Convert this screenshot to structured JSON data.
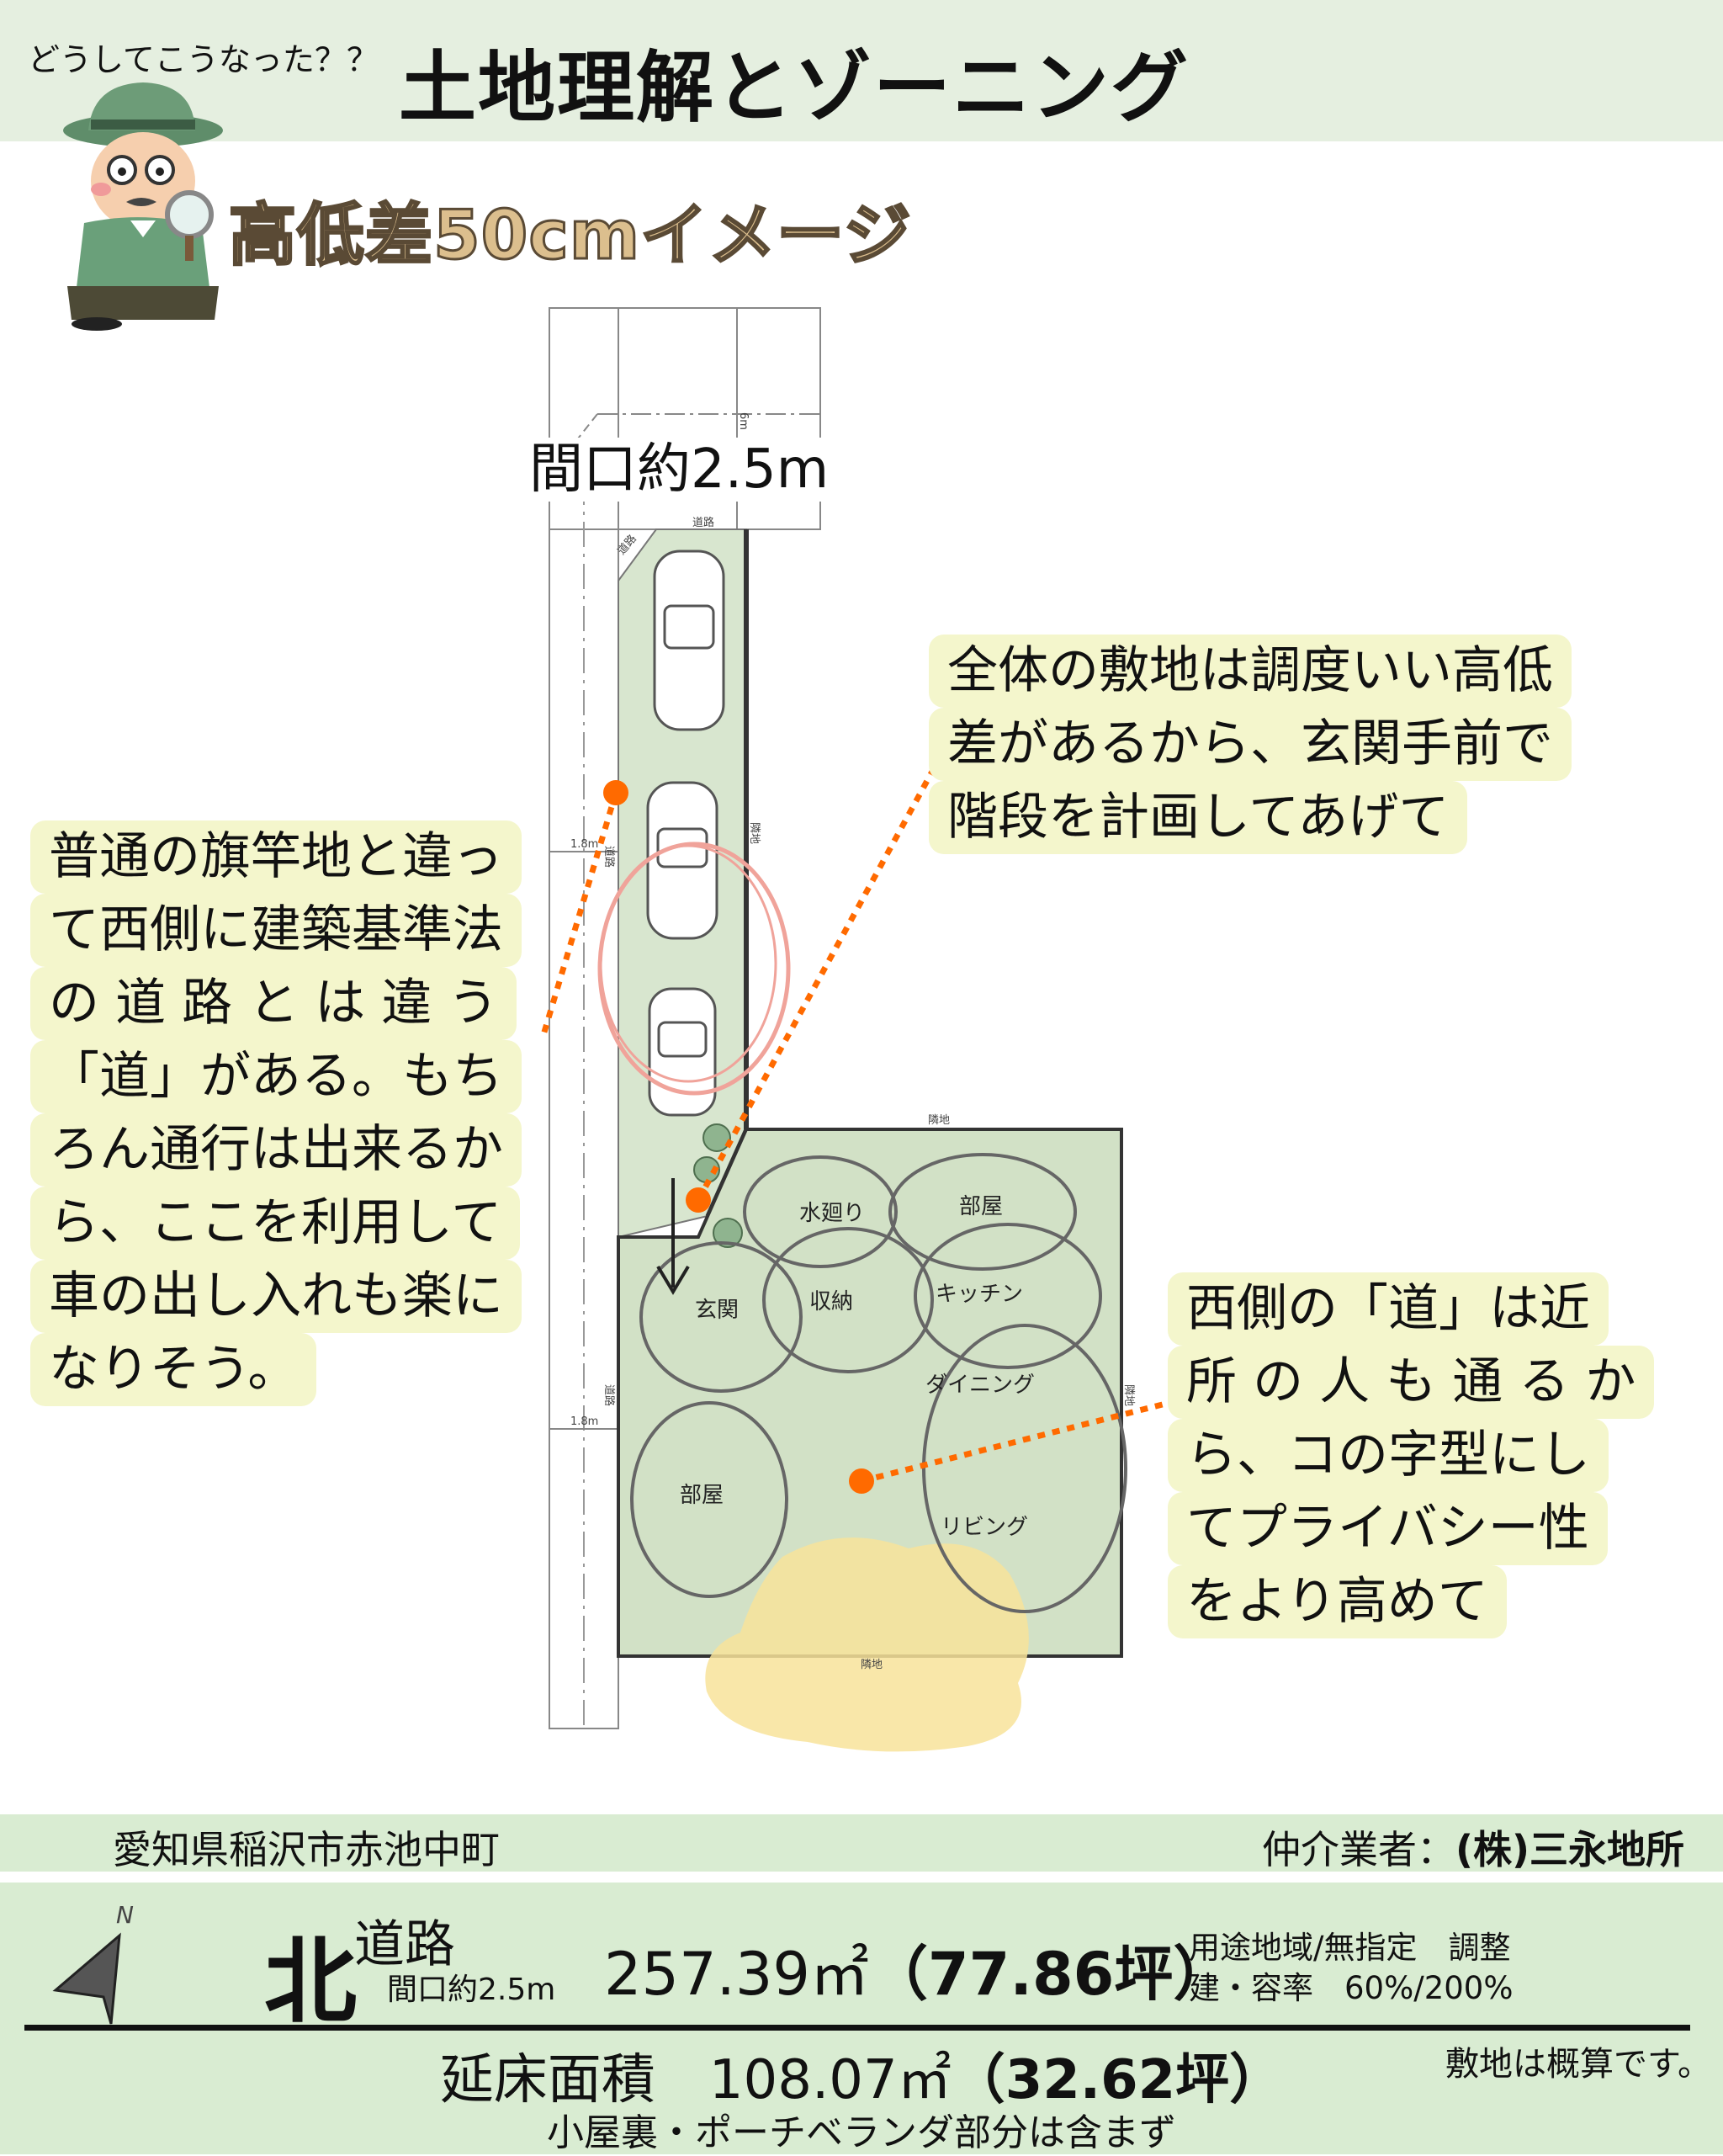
{
  "header": {
    "subtitle": "どうしてこうなった？？",
    "title": "土地理解とゾーニング"
  },
  "section_title": "高低差50cmイメージ",
  "plan": {
    "frontage_label": "間口約2.5m",
    "labels": {
      "road_top": "道路",
      "road_diag": "道路",
      "six_m": "6m",
      "width_1": "1.8m",
      "width_2": "1.8m",
      "road_side_1": "道路",
      "road_side_2": "道路",
      "neighbor_top": "隣地",
      "neighbor_right_1": "隣地",
      "neighbor_right_2": "隣地",
      "neighbor_bottom": "隣地"
    },
    "rooms": [
      "水廻り",
      "部屋",
      "玄関",
      "収納",
      "キッチン",
      "ダイニング",
      "部屋",
      "リビング"
    ]
  },
  "callouts": {
    "top_right": [
      "全体の敷地は調度いい高低",
      "差があるから、玄関手前で",
      "階段を計画してあげて"
    ],
    "left": [
      "普通の旗竿地と違っ",
      "て西側に建築基準法",
      "の 道 路 と は 違 う",
      "「道」がある。もち",
      "ろん通行は出来るか",
      "ら、ここを利用して",
      "車の出し入れも楽に",
      "なりそう。"
    ],
    "bottom_right": [
      "西側の「道」は近",
      "所 の 人 も 通 る か",
      "ら、コの字型にし",
      "てプライバシー性",
      "をより高めて"
    ]
  },
  "footer": {
    "address": "愛知県稲沢市赤池中町",
    "broker_label": "仲介業者：",
    "broker_name": "(株)三永地所",
    "compass_letter": "N",
    "direction": "北",
    "road": "道路",
    "frontage": "間口約2.5m",
    "land_area": "257.39㎡",
    "land_tsubo": "（77.86坪）",
    "zoning": "用途地域/無指定　調整",
    "ratio": "建・容率　60%/200%",
    "floor_label": "延床面積　108.07㎡",
    "floor_tsubo": "（32.62坪）",
    "floor_note": "小屋裏・ポーチベランダ部分は含まず",
    "approx_note": "敷地は概算です。"
  },
  "colors": {
    "header_bg": "#e5efe0",
    "band_bg": "#d9ecd2",
    "callout_bg": "#f4f6cc",
    "accent_orange": "#ff6a00",
    "lot_green": "#d2e1c6"
  }
}
